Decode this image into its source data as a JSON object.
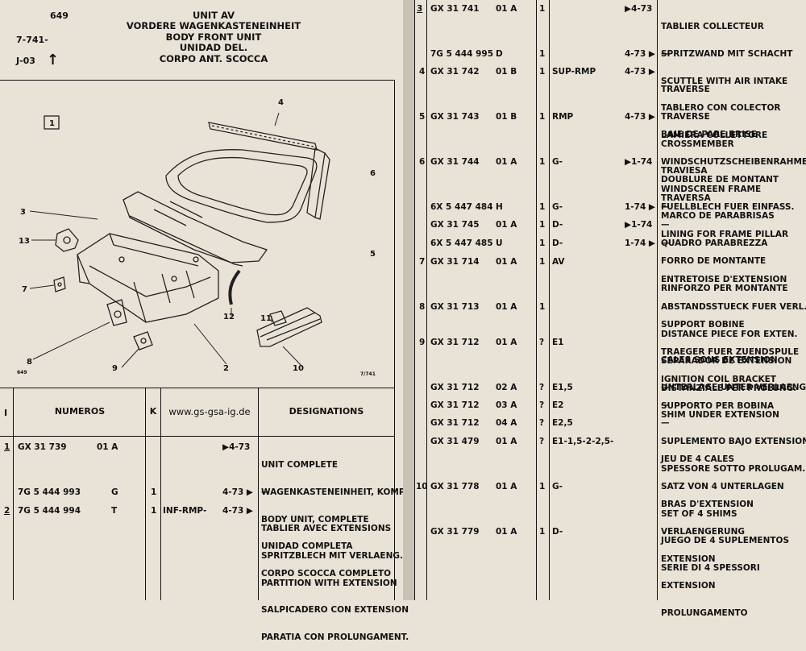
{
  "header": {
    "page_number": "649",
    "code1": "7-741-",
    "code2": "J-03",
    "arrow": "↑",
    "titles": [
      "UNIT AV",
      "VORDERE WAGENKASTENEINHEIT",
      "BODY FRONT UNIT",
      "UNIDAD DEL.",
      "CORPO ANT. SCOCCA"
    ]
  },
  "diagram": {
    "box_label": "1",
    "callouts": [
      "4",
      "6",
      "3",
      "13",
      "5",
      "7",
      "12",
      "11",
      "8",
      "9",
      "2",
      "10"
    ],
    "corner_code": "649",
    "corner_ref": "7/741"
  },
  "table_header": {
    "index": "I",
    "numeros": "NUMEROS",
    "k": "K",
    "website": "www.gs-gsa-ig.de",
    "designations": "DESIGNATIONS"
  },
  "left_rows": [
    {
      "idx": "1",
      "num": "GX 31 739",
      "suf": "01 A",
      "k": "",
      "dash": "",
      "date": "▶4-73",
      "desc": [
        "UNIT COMPLETE",
        "WAGENKASTENEINHEIT, KOMPL.",
        "BODY UNIT, COMPLETE",
        "UNIDAD COMPLETA",
        "CORPO SCOCCA COMPLETO"
      ]
    },
    {
      "idx": "",
      "num": "7G  5 444 993",
      "suf": "G",
      "k": "1",
      "dash": "",
      "date": "4-73 ▶",
      "desc": [
        "—"
      ]
    },
    {
      "idx": "2",
      "num": "7G  5 444 994",
      "suf": "T",
      "k": "1",
      "dash": "INF-RMP-",
      "date": "4-73 ▶",
      "desc": [
        "TABLIER AVEC EXTENSIONS",
        "SPRITZBLECH MIT VERLAENG.",
        "PARTITION WITH EXTENSION",
        "SALPICADERO CON EXTENSION",
        "PARATIA CON PROLUNGAMENT."
      ]
    }
  ],
  "right_rows": [
    {
      "idx": "3",
      "num": "GX 31 741",
      "suf": "01 A",
      "k": "1",
      "dash": "",
      "date": "▶4-73",
      "desc": [
        "TABLIER COLLECTEUR",
        "SPRITZWAND MIT SCHACHT",
        "SCUTTLE WITH AIR INTAKE",
        "TABLERO CON COLECTOR",
        "LAMIERA COLLETTORE"
      ]
    },
    {
      "idx": "",
      "num": "7G  5 444 995",
      "suf": "D",
      "k": "1",
      "dash": "",
      "date": "4-73 ▶",
      "desc": [
        "—"
      ]
    },
    {
      "idx": "4",
      "num": "GX 31 742",
      "suf": "01 B",
      "k": "1",
      "dash": "SUP-RMP",
      "date": "4-73 ▶",
      "desc": [
        "TRAVERSE",
        "TRAVERSE",
        "CROSSMEMBER",
        "TRAVIESA",
        "TRAVERSA"
      ]
    },
    {
      "idx": "5",
      "num": "GX 31 743",
      "suf": "01 B",
      "k": "1",
      "dash": "RMP",
      "date": "4-73 ▶",
      "desc": [
        "BAIE DE PARE BRISE",
        "WINDSCHUTZSCHEIBENRAHMEN",
        "WINDSCREEN FRAME",
        "MARCO DE PARABRISAS",
        "QUADRO PARABREZZA"
      ]
    },
    {
      "idx": "6",
      "num": "GX 31 744",
      "suf": "01 A",
      "k": "1",
      "dash": "G-",
      "date": "▶1-74",
      "desc": [
        "DOUBLURE DE MONTANT",
        "FUELLBLECH FUER EINFASS.",
        "LINING FOR FRAME PILLAR",
        "FORRO DE MONTANTE",
        "RINFORZO PER MONTANTE"
      ]
    },
    {
      "idx": "",
      "num": "6X  5 447 484",
      "suf": "H",
      "k": "1",
      "dash": "G-",
      "date": "1-74 ▶",
      "desc": [
        "—"
      ]
    },
    {
      "idx": "",
      "num": "GX 31 745",
      "suf": "01 A",
      "k": "1",
      "dash": "D-",
      "date": "▶1-74",
      "desc": [
        "—"
      ]
    },
    {
      "idx": "",
      "num": "6X  5 447 485",
      "suf": "U",
      "k": "1",
      "dash": "D-",
      "date": "1-74 ▶",
      "desc": [
        "—"
      ]
    },
    {
      "idx": "7",
      "num": "GX 31 714",
      "suf": "01 A",
      "k": "1",
      "dash": "AV",
      "date": "",
      "desc": [
        "ENTRETOISE D'EXTENSION",
        "ABSTANDSSTUECK FUER VERL.",
        "DISTANCE PIECE FOR EXTEN.",
        "SEPARADOR DE EXTENSION",
        "DISTANZIALE PER PROLUNG."
      ]
    },
    {
      "idx": "8",
      "num": "GX 31 713",
      "suf": "01 A",
      "k": "1",
      "dash": "",
      "date": "",
      "desc": [
        "SUPPORT BOBINE",
        "TRAEGER FUER ZUENDSPULE",
        "IGNITION COIL BRACKET",
        "SUPPORTO PER BOBINA"
      ]
    },
    {
      "idx": "9",
      "num": "GX 31 712",
      "suf": "01 A",
      "k": "?",
      "dash": "E1",
      "date": "",
      "desc": [
        "CALES SOUS EXTENSION",
        "UNTERLAGE UNTER VERLAENG.",
        "SHIM UNDER EXTENSION",
        "SUPLEMENTO BAJO EXTENSION",
        "SPESSORE SOTTO PROLUGAM."
      ]
    },
    {
      "idx": "",
      "num": "GX 31 712",
      "suf": "02 A",
      "k": "?",
      "dash": "E1,5",
      "date": "",
      "desc": [
        "—"
      ]
    },
    {
      "idx": "",
      "num": "GX 31 712",
      "suf": "03 A",
      "k": "?",
      "dash": "E2",
      "date": "",
      "desc": [
        "—"
      ]
    },
    {
      "idx": "",
      "num": "GX 31 712",
      "suf": "04 A",
      "k": "?",
      "dash": "E2,5",
      "date": "",
      "desc": [
        "—"
      ]
    },
    {
      "idx": "",
      "num": "GX 31 479",
      "suf": "01 A",
      "k": "?",
      "dash": "E1-1,5-2-2,5-",
      "date": "",
      "desc": [
        "JEU DE 4 CALES",
        "SATZ VON 4 UNTERLAGEN",
        "SET OF 4 SHIMS",
        "JUEGO DE 4 SUPLEMENTOS",
        "SERIE DI 4 SPESSORI"
      ]
    },
    {
      "idx": "10",
      "num": "GX 31 778",
      "suf": "01 A",
      "k": "1",
      "dash": "G-",
      "date": "",
      "desc": [
        "BRAS D'EXTENSION",
        "VERLAENGERUNG",
        "EXTENSION",
        "EXTENSION",
        "PROLUNGAMENTO"
      ]
    },
    {
      "idx": "",
      "num": "GX 31 779",
      "suf": "01 A",
      "k": "1",
      "dash": "D-",
      "date": "",
      "desc": []
    }
  ]
}
